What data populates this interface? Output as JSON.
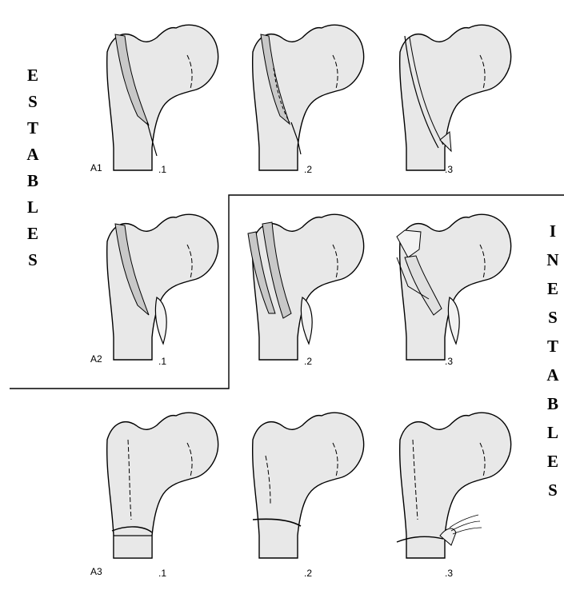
{
  "side_labels": {
    "stable": [
      "E",
      "S",
      "T",
      "A",
      "B",
      "L",
      "E",
      "S"
    ],
    "unstable": [
      "I",
      "N",
      "E",
      "S",
      "T",
      "A",
      "B",
      "L",
      "E",
      "S"
    ]
  },
  "groups": [
    {
      "group": "A1",
      "subtypes": [
        ".1",
        ".2",
        ".3"
      ]
    },
    {
      "group": "A2",
      "subtypes": [
        ".1",
        ".2",
        ".3"
      ]
    },
    {
      "group": "A3",
      "subtypes": [
        ".1",
        ".2",
        ".3"
      ]
    }
  ],
  "colors": {
    "line": "#000000",
    "bone_fill": "#e8e8e8",
    "fragment_fill": "#c8c8c8"
  }
}
